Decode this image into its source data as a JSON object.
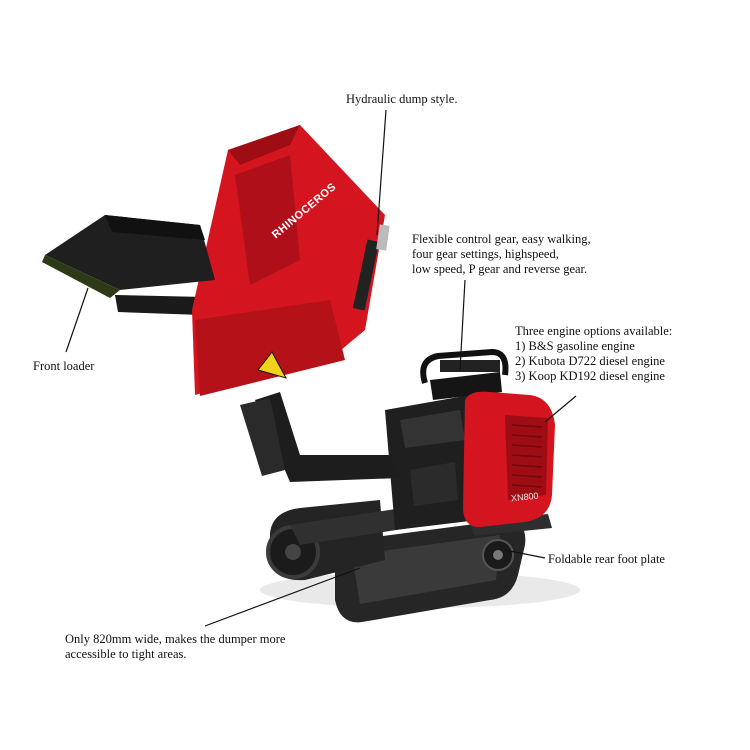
{
  "callouts": {
    "dump": "Hydraulic dump style.",
    "control": "Flexible control gear, easy walking,\nfour gear settings, highspeed,\nlow speed, P gear and reverse gear.",
    "engine": "Three engine options available:\n1) B&S gasoline engine\n2) Kubota D722 diesel engine\n3) Koop KD192 diesel engine",
    "loader": "Front loader",
    "footplate": "Foldable rear foot plate",
    "width": "Only 820mm wide, makes the dumper more\naccessible to tight areas."
  },
  "decals": {
    "brand": "RHINOCEROS",
    "model": "XN800"
  },
  "colors": {
    "body_red": "#d4151f",
    "dark_red": "#9e0d14",
    "frame": "#1c1c1c",
    "track": "#262626"
  }
}
